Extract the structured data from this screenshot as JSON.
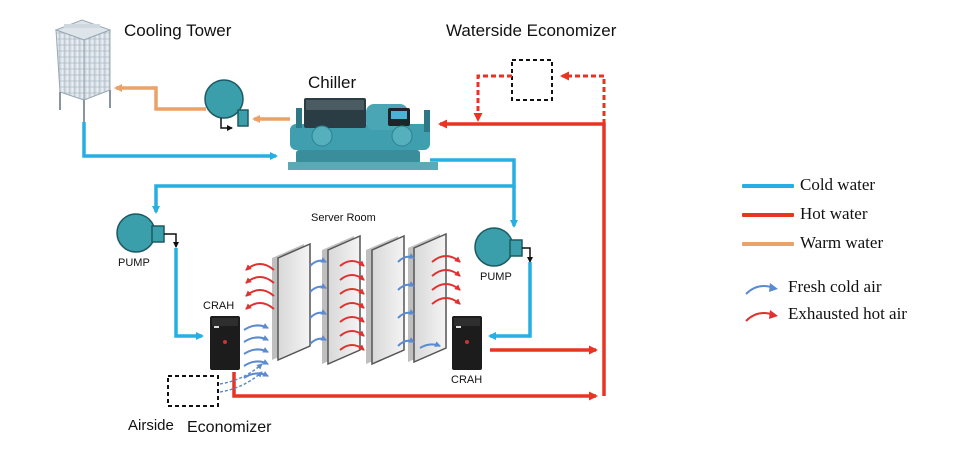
{
  "labels": {
    "cooling_tower": "Cooling Tower",
    "waterside_economizer": "Waterside Economizer",
    "chiller": "Chiller",
    "server_room": "Server Room",
    "pump_left": "PUMP",
    "pump_right": "PUMP",
    "crah_left": "CRAH",
    "crah_right": "CRAH",
    "airside": "Airside",
    "economizer": "Economizer"
  },
  "legend": {
    "cold_water": "Cold water",
    "hot_water": "Hot water",
    "warm_water": "Warm water",
    "fresh_cold_air": "Fresh cold air",
    "exhausted_hot_air": "Exhausted hot air"
  },
  "colors": {
    "cold_water": "#27aee3",
    "hot_water": "#e93323",
    "warm_water": "#e9a268",
    "fresh_air": "#5b8ad0",
    "hot_air": "#e03030",
    "pump": "#3a9eab",
    "chiller": "#4aa6b4",
    "crah": "#1c1c1c"
  }
}
